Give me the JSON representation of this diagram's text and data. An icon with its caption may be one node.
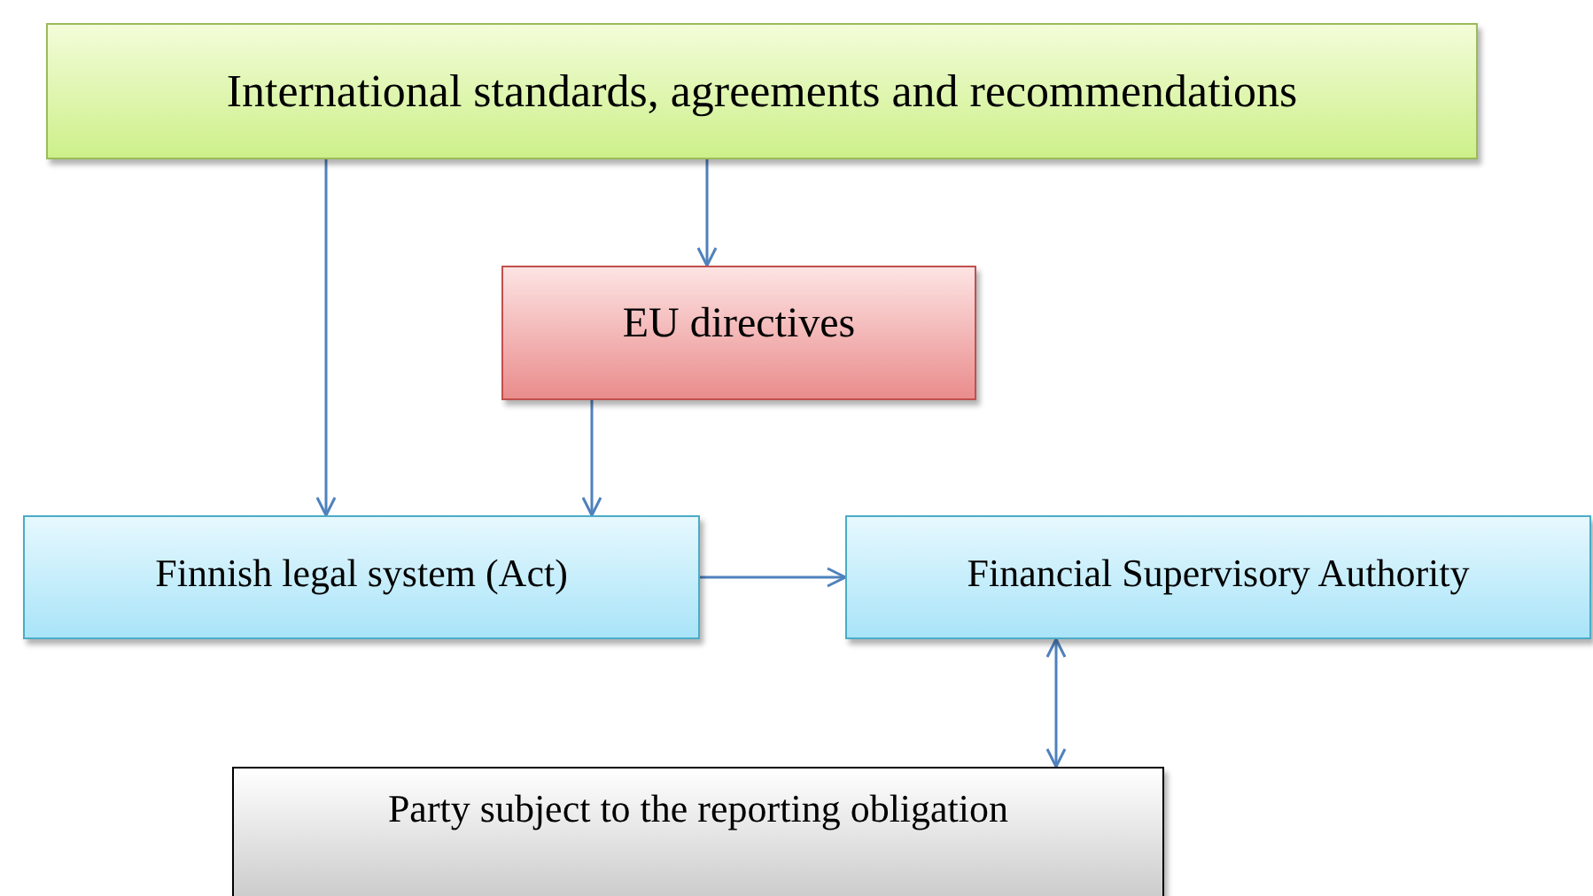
{
  "diagram": {
    "nodes": [
      {
        "text": [
          "International standards, agreements and recommendations"
        ]
      },
      {
        "text": [
          "EU directives"
        ]
      },
      {
        "text": [
          "Finnish legal system (Act)"
        ]
      },
      {
        "text": [
          "Financial Supervisory Authority"
        ]
      },
      {
        "text": [
          "Party subject to the reporting obligation"
        ]
      }
    ],
    "edges": [
      {
        "from": 0,
        "to": 2,
        "arrow": "to"
      },
      {
        "from": 0,
        "to": 1,
        "arrow": "to"
      },
      {
        "from": 1,
        "to": 2,
        "arrow": "to"
      },
      {
        "from": 2,
        "to": 3,
        "arrow": "to"
      },
      {
        "from": 3,
        "to": 4,
        "arrow": "both"
      }
    ]
  }
}
